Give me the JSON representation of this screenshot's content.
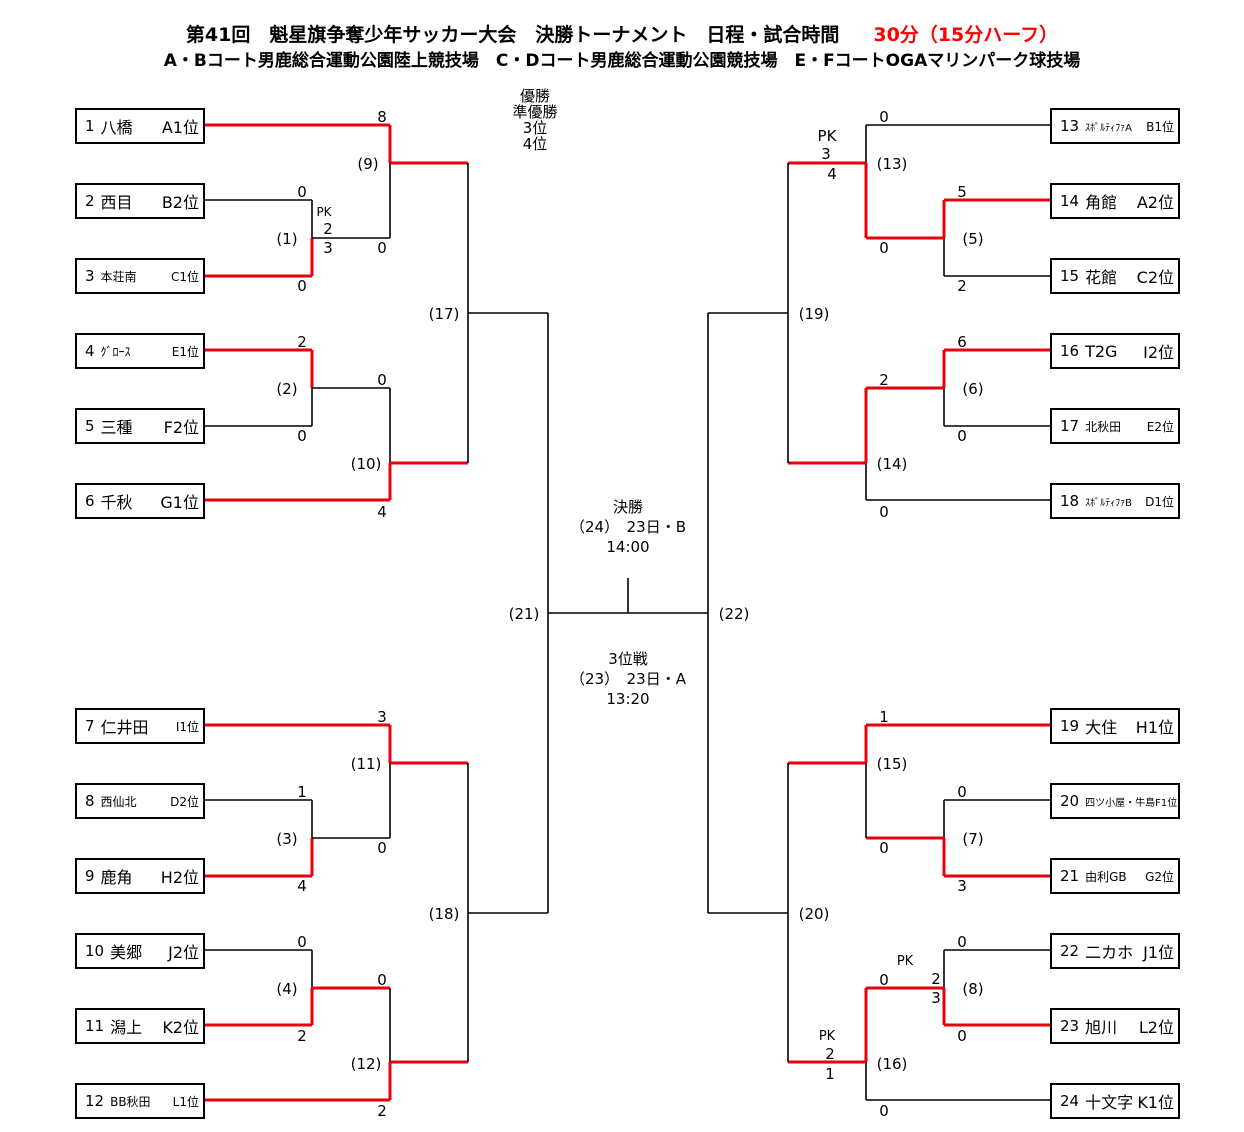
{
  "header": {
    "title_main": "第41回　魁星旗争奪少年サッカー大会　決勝トーナメント　日程・試合時間",
    "title_red": "30分（15分ハーフ）",
    "venues": "A・Bコート男鹿総合運動公園陸上競技場　C・Dコート男鹿総合運動公園競技場　E・FコートOGAマリンパーク球技場"
  },
  "legend": [
    "優勝",
    "準優勝",
    "3位",
    "4位"
  ],
  "teams": [
    {
      "no": "1",
      "name": "八橋",
      "rank": "A1位"
    },
    {
      "no": "2",
      "name": "西目",
      "rank": "B2位"
    },
    {
      "no": "3",
      "name": "本荘南",
      "rank": "C1位"
    },
    {
      "no": "4",
      "name": "ｸﾞﾛｰｽ",
      "rank": "E1位"
    },
    {
      "no": "5",
      "name": "三種",
      "rank": "F2位"
    },
    {
      "no": "6",
      "name": "千秋",
      "rank": "G1位"
    },
    {
      "no": "7",
      "name": "仁井田",
      "rank": "I1位"
    },
    {
      "no": "8",
      "name": "西仙北",
      "rank": "D2位"
    },
    {
      "no": "9",
      "name": "鹿角",
      "rank": "H2位"
    },
    {
      "no": "10",
      "name": "美郷",
      "rank": "J2位"
    },
    {
      "no": "11",
      "name": "潟上",
      "rank": "K2位"
    },
    {
      "no": "12",
      "name": "BB秋田",
      "rank": "L1位"
    },
    {
      "no": "13",
      "name": "ｽﾎﾟﾙﾃｨﾌｧA",
      "rank": "B1位"
    },
    {
      "no": "14",
      "name": "角館",
      "rank": "A2位"
    },
    {
      "no": "15",
      "name": "花館",
      "rank": "C2位"
    },
    {
      "no": "16",
      "name": "T2G",
      "rank": "I2位"
    },
    {
      "no": "17",
      "name": "北秋田",
      "rank": "E2位"
    },
    {
      "no": "18",
      "name": "ｽﾎﾟﾙﾃｨﾌｧB",
      "rank": "D1位"
    },
    {
      "no": "19",
      "name": "大住",
      "rank": "H1位"
    },
    {
      "no": "20",
      "name": "四ツ小屋・牛島",
      "rank": "F1位"
    },
    {
      "no": "21",
      "name": "由利GB",
      "rank": "G2位"
    },
    {
      "no": "22",
      "name": "二カホ",
      "rank": "J1位"
    },
    {
      "no": "23",
      "name": "旭川",
      "rank": "L2位"
    },
    {
      "no": "24",
      "name": "十文字",
      "rank": "K1位"
    }
  ],
  "matches": {
    "m1": "(1)",
    "m2": "(2)",
    "m3": "(3)",
    "m4": "(4)",
    "m5": "(5)",
    "m6": "(6)",
    "m7": "(7)",
    "m8": "(8)",
    "m9": "(9)",
    "m10": "(10)",
    "m11": "(11)",
    "m12": "(12)",
    "m13": "(13)",
    "m14": "(14)",
    "m15": "(15)",
    "m16": "(16)",
    "m17": "(17)",
    "m18": "(18)",
    "m19": "(19)",
    "m20": "(20)",
    "m21": "(21)",
    "m22": "(22)"
  },
  "final": {
    "label": "決勝",
    "match": "（24）　23日・B",
    "time": "14:00"
  },
  "third": {
    "label": "3位戦",
    "match": "（23）　23日・A",
    "time": "13:20"
  },
  "scores": {
    "m1_top": "0",
    "m1_pk": "PK",
    "m1_pk_top": "2",
    "m1_pk_bot": "3",
    "m1_bot": "0",
    "m2_top": "2",
    "m2_bot": "0",
    "m3_top": "1",
    "m3_bot": "4",
    "m4_top": "0",
    "m4_bot": "2",
    "m9_top": "8",
    "m9_bot": "0",
    "m10_top": "0",
    "m10_bot": "4",
    "m11_top": "3",
    "m11_bot": "0",
    "m12_top": "0",
    "m12_bot": "2",
    "m5_top": "5",
    "m5_bot": "2",
    "m6_top": "6",
    "m6_bot": "0",
    "m7_top": "0",
    "m7_bot": "3",
    "m8_top": "0",
    "m8_pk": "PK",
    "m8_pk_top": "2",
    "m8_pk_bot": "3",
    "m8_bot": "0",
    "m13_top": "0",
    "m13_pk": "PK",
    "m13_pk_top": "3",
    "m13_pk_bot": "4",
    "m13_bot": "0",
    "m14_top": "2",
    "m14_bot": "0",
    "m15_top": "1",
    "m15_bot": "0",
    "m16_top": "0",
    "m16_pk": "PK",
    "m16_pk_top": "2",
    "m16_pk_bot": "1",
    "m16_bot": "0"
  },
  "colors": {
    "winner_line": "#e8000b",
    "line": "#000000",
    "title_accent": "#ff0000"
  }
}
